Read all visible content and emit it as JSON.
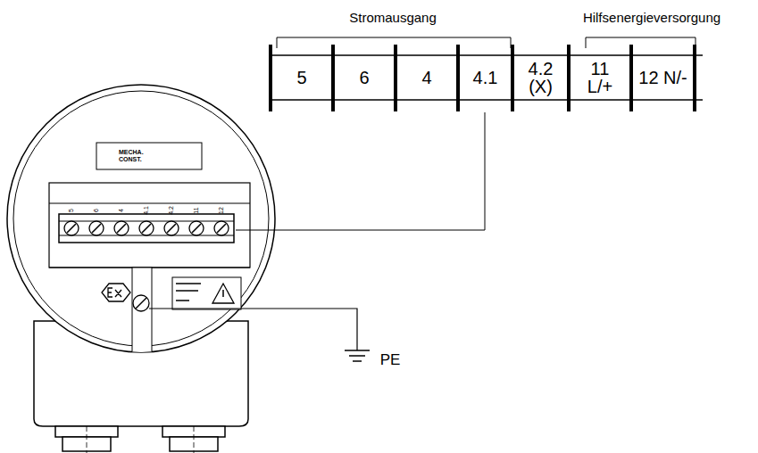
{
  "diagram": {
    "nodes": [
      {
        "text": [
          "5"
        ]
      },
      {
        "text": [
          "6"
        ]
      },
      {
        "text": [
          "4"
        ]
      },
      {
        "text": [
          "4.1"
        ]
      },
      {
        "text": [
          "4.2 (X)"
        ]
      },
      {
        "text": [
          "11 L/+"
        ]
      },
      {
        "text": [
          "12 N/-"
        ]
      }
    ],
    "labels": [
      "Stromausgang",
      "Hilfsenergieversorgung",
      "MECHA. CONST.",
      "5",
      "6",
      "4",
      "4.1",
      "4.2",
      "11",
      "12",
      "PE"
    ]
  }
}
